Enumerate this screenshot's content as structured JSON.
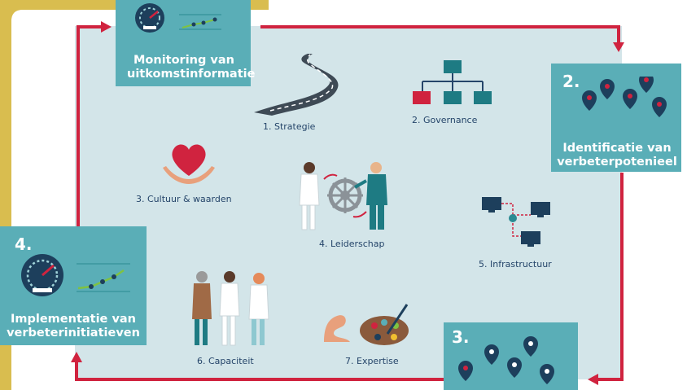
{
  "phases": {
    "monitoring": {
      "title": "Monitoring van uitkomstinformatie"
    },
    "identificatie": {
      "number": "2.",
      "title": "Identificatie van verbeterpotenieel"
    },
    "verbeter": {
      "number": "3."
    },
    "implementatie": {
      "number": "4.",
      "title": "Implementatie van verbeterinitiatieven"
    }
  },
  "elements": {
    "strategie": "1. Strategie",
    "governance": "2. Governance",
    "cultuur": "3. Cultuur & waarden",
    "leiderschap": "4. Leiderschap",
    "infrastructuur": "5. Infrastructuur",
    "capaciteit": "6. Capaciteit",
    "expertise": "7. Expertise"
  },
  "colors": {
    "background": "#d3e5e9",
    "box": "#5aaeb7",
    "arrow": "#d0233f",
    "text": "#25456a",
    "border": "#d9bd4f"
  }
}
